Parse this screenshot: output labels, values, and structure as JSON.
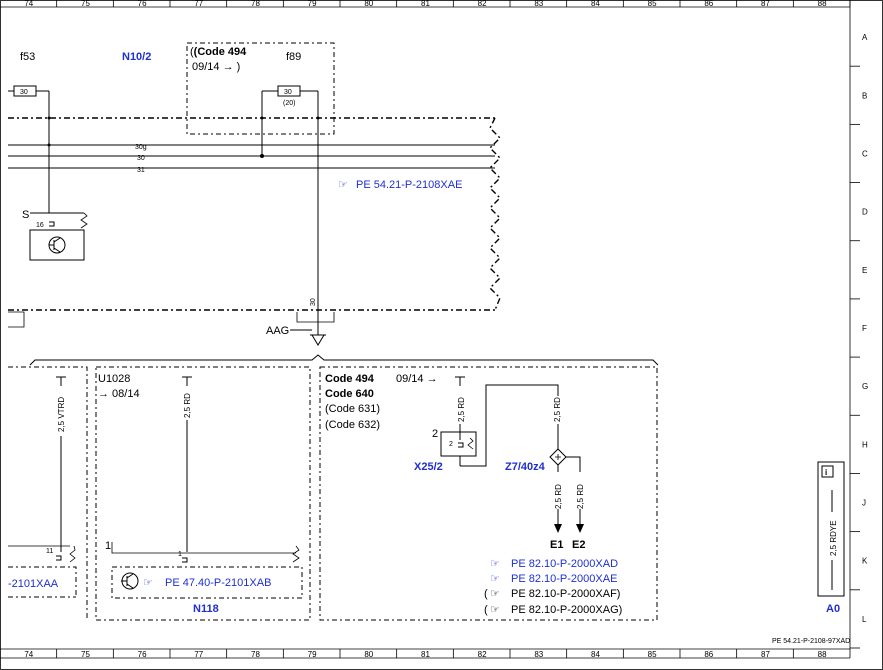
{
  "ruler": {
    "columns": [
      "74",
      "75",
      "76",
      "77",
      "78",
      "79",
      "80",
      "81",
      "82",
      "83",
      "84",
      "85",
      "86",
      "87",
      "88"
    ],
    "rows": [
      "A",
      "B",
      "C",
      "D",
      "E",
      "F",
      "G",
      "H",
      "J",
      "K",
      "L"
    ]
  },
  "labels": {
    "f53": "f53",
    "n10_2": "N10/2",
    "code494_top_a": "(Code 494",
    "code494_top_b": "09/14 → )",
    "f89": "f89",
    "fuse_30_left": "30",
    "fuse_30_right": "30",
    "fuse_20": "(20)",
    "bus_30g": "30g",
    "bus_30": "30",
    "bus_31": "31",
    "ref_5421": "PE 54.21-P-2108XAE",
    "s_label": "S",
    "pin16": "16",
    "vert30": "30",
    "aag": "AAG",
    "u1028": "U1028",
    "u1028_date": "→ 08/14",
    "wire_vtrd": "2,5 VTRD",
    "wire_rd_mid": "2,5 RD",
    "code494_b": "Code 494",
    "code494_b_date": "09/14 →",
    "code640": "Code 640",
    "code631": "(Code 631)",
    "code632": "(Code 632)",
    "wire_rd_c1": "2,5 RD",
    "wire_rd_c2": "2,5 RD",
    "pin2_out": "2",
    "pin2_in": "2",
    "x25_2": "X25/2",
    "z7_40z4": "Z7/40z4",
    "wire_rd_e1": "2,5 RD",
    "wire_rd_e2": "2,5 RD",
    "e1": "E1",
    "e2": "E2",
    "pin11": "11",
    "pin1_a": "1",
    "pin1_b": "1",
    "ref_xaa": "-2101XAA",
    "ref_xab": "PE 47.40-P-2101XAB",
    "n118": "N118",
    "ref_xad": "PE 82.10-P-2000XAD",
    "ref_xae": "PE 82.10-P-2000XAE",
    "ref_xaf": "PE 82.10-P-2000XAF)",
    "ref_xag": "PE 82.10-P-2000XAG)",
    "paren_open": "(",
    "wire_rdye": "2,5 RDYE",
    "a0": "A0",
    "info_glyph": "i",
    "footer_ref": "PE 54.21-P-2108-97XAD"
  },
  "colors": {
    "link": "#1f2fd0",
    "line": "#000000"
  },
  "icons": {
    "reference": "pointing-hand-icon",
    "info": "info-icon",
    "ground": "ground-icon",
    "transistor": "transistor-icon"
  }
}
